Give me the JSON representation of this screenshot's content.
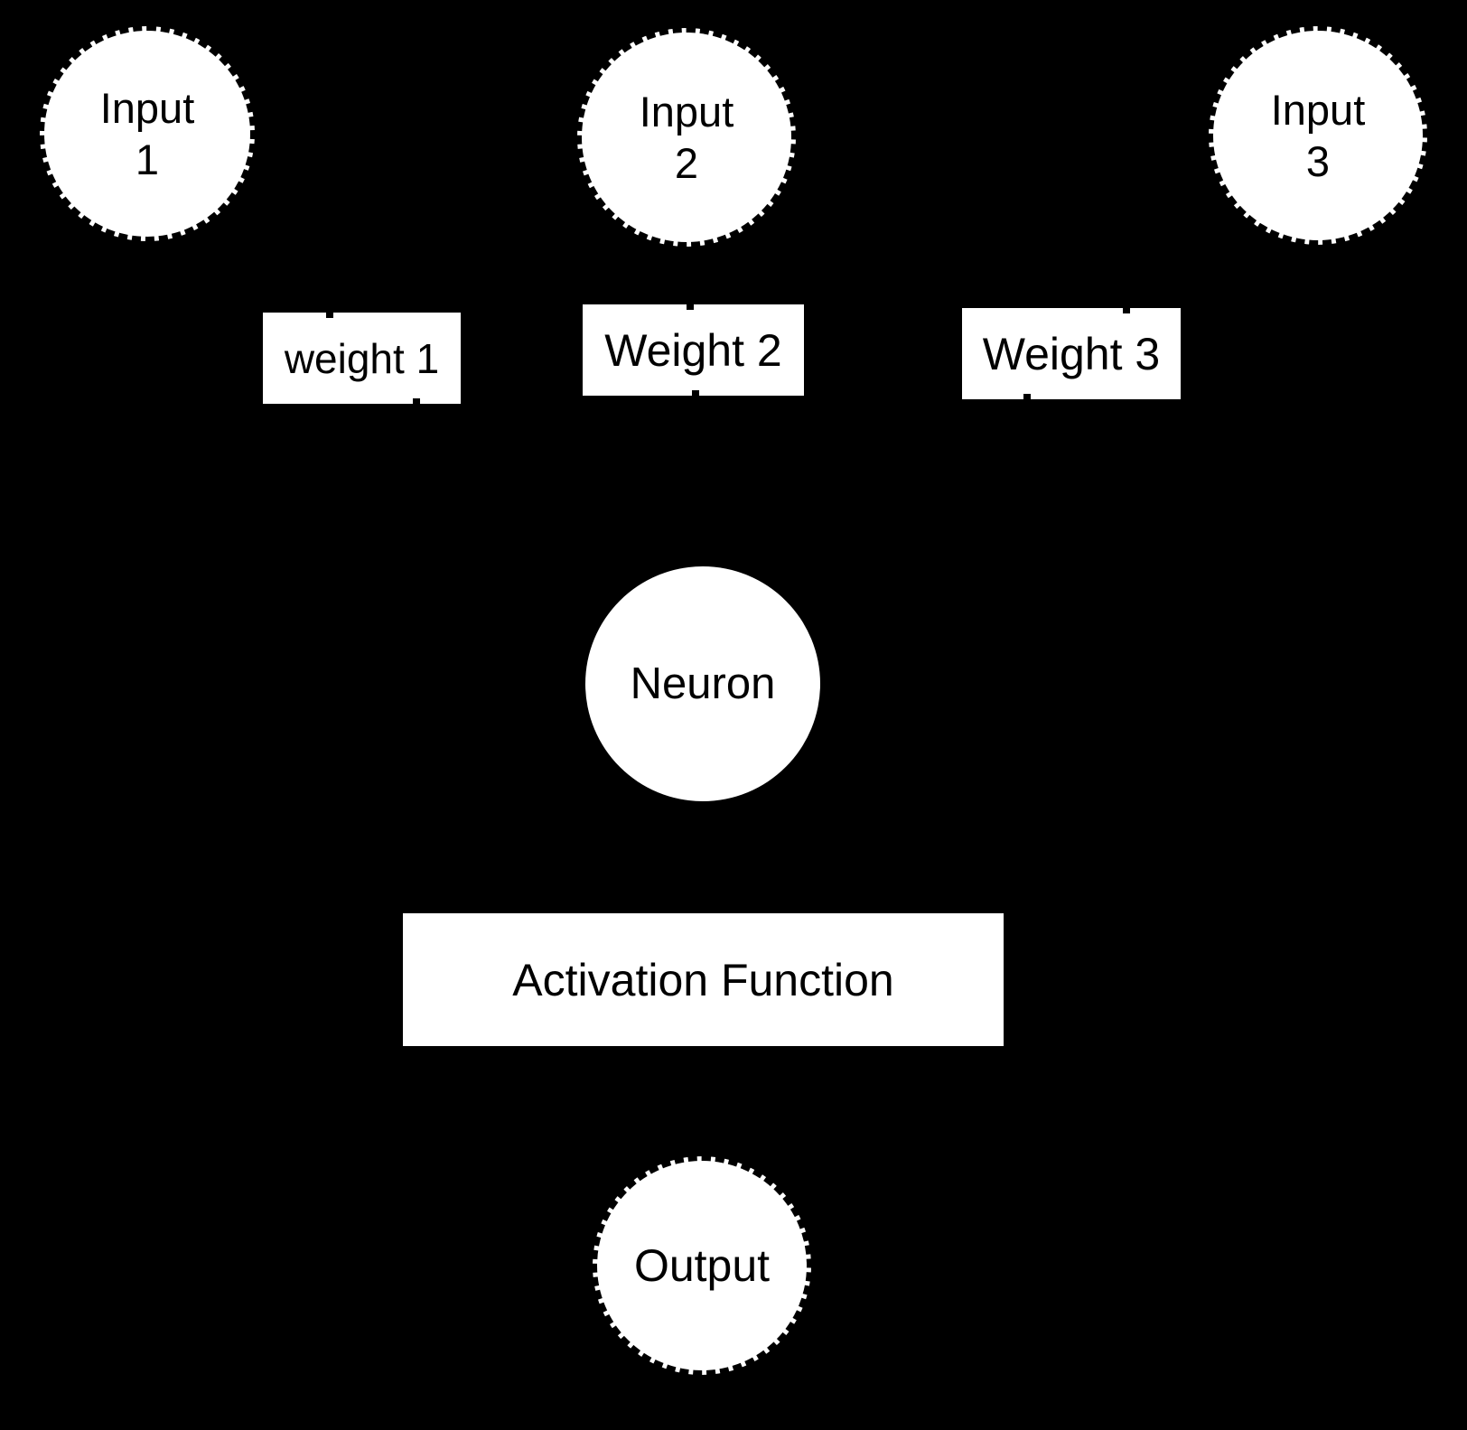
{
  "colors": {
    "background": "#000000",
    "shape_fill": "#ffffff",
    "text": "#000000"
  },
  "nodes": {
    "input1": {
      "line1": "Input",
      "line2": "1"
    },
    "input2": {
      "line1": "Input",
      "line2": "2"
    },
    "input3": {
      "line1": "Input",
      "line2": "3"
    },
    "weight1": {
      "label": "weight 1"
    },
    "weight2": {
      "label": "Weight 2"
    },
    "weight3": {
      "label": "Weight 3"
    },
    "neuron": {
      "label": "Neuron"
    },
    "activation": {
      "label": "Activation Function"
    },
    "output": {
      "label": "Output"
    }
  }
}
